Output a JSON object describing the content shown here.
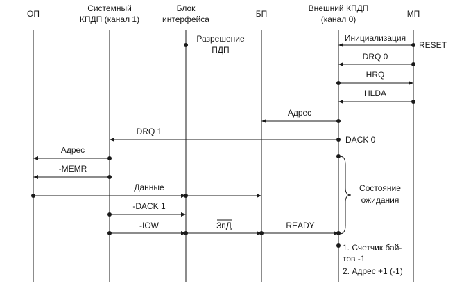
{
  "columns": {
    "op": "ОП",
    "sys_kdp_1": "Системный",
    "sys_kdp_2": "КПДП (канал 1)",
    "iface_1": "Блок",
    "iface_2": "интерфейса",
    "bp": "БП",
    "ext_kdp_1": "Внешний КПДП",
    "ext_kdp_2": "(канал 0)",
    "mp": "МП"
  },
  "messages": {
    "init": "Инициализация",
    "reset": "RESET",
    "permit_1": "Разрешение",
    "permit_2": "ПДП",
    "drq0": "DRQ 0",
    "hrq": "HRQ",
    "hlda": "HLDA",
    "addr_to_bp": "Адрес",
    "drq1": "DRQ 1",
    "dack0": "DACK 0",
    "addr_to_op": "Адрес",
    "memr": "-MEMR",
    "data": "Данные",
    "dack1": "-DACK 1",
    "iow": "-IOW",
    "zpd": "ЗпД",
    "ready": "READY"
  },
  "notes": {
    "wait_1": "Состояние",
    "wait_2": "ожидания",
    "counter_1": "1. Счетчик бай-",
    "counter_2": "тов -1",
    "addr_inc": "2. Адрес +1 (-1)"
  }
}
